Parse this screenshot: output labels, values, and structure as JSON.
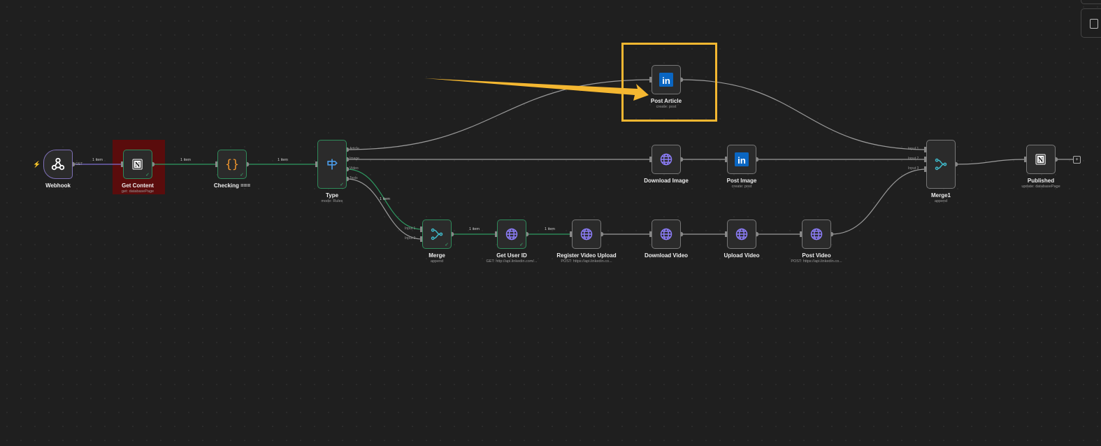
{
  "colors": {
    "success": "#2f8a5a",
    "error_bg": "#5a0c0c",
    "highlight": "#f4b731",
    "linkedin": "#0a66c2",
    "globe": "#8b7cf6",
    "merge": "#3fb8c8",
    "code": "#f0962e",
    "switch": "#4a9be8"
  },
  "nodes": [
    {
      "id": "webhook",
      "label": "Webhook",
      "sub": "",
      "icon": "webhook-icon",
      "status": "trigger"
    },
    {
      "id": "get-content",
      "label": "Get Content",
      "sub": "get: databasePage",
      "icon": "notion-icon",
      "status": "error"
    },
    {
      "id": "checking",
      "label": "Checking ===",
      "sub": "",
      "icon": "code-braces-icon",
      "status": "success"
    },
    {
      "id": "type",
      "label": "Type",
      "sub": "mode: Rules",
      "icon": "switch-signpost-icon",
      "status": "success"
    },
    {
      "id": "post-article",
      "label": "Post Article",
      "sub": "create: post",
      "icon": "linkedin-icon",
      "status": ""
    },
    {
      "id": "download-image",
      "label": "Download Image",
      "sub": "",
      "icon": "globe-icon",
      "status": ""
    },
    {
      "id": "post-image",
      "label": "Post Image",
      "sub": "create: post",
      "icon": "linkedin-icon",
      "status": ""
    },
    {
      "id": "merge1",
      "label": "Merge1",
      "sub": "append",
      "icon": "merge-icon",
      "status": ""
    },
    {
      "id": "published",
      "label": "Published",
      "sub": "update: databasePage",
      "icon": "notion-icon",
      "status": ""
    },
    {
      "id": "merge",
      "label": "Merge",
      "sub": "append",
      "icon": "merge-icon",
      "status": "success"
    },
    {
      "id": "get-user-id",
      "label": "Get User ID",
      "sub": "GET: http://api.linkedin.com/...",
      "icon": "globe-icon",
      "status": "success"
    },
    {
      "id": "register-video-upload",
      "label": "Register Video Upload",
      "sub": "POST: https://api.linkedin.co...",
      "icon": "globe-icon",
      "status": ""
    },
    {
      "id": "download-video",
      "label": "Download Video",
      "sub": "",
      "icon": "globe-icon",
      "status": ""
    },
    {
      "id": "upload-video",
      "label": "Upload Video",
      "sub": "",
      "icon": "globe-icon",
      "status": ""
    },
    {
      "id": "post-video",
      "label": "Post Video",
      "sub": "POST: https://api.linkedin.co...",
      "icon": "globe-icon",
      "status": ""
    }
  ],
  "edge_labels": [
    "1 item",
    "1 item",
    "1 item",
    "1 item",
    "1 item",
    "1 item"
  ],
  "ports": {
    "webhook_method": "GET",
    "type_outputs": [
      "Article",
      "Image",
      "Video",
      "Texts"
    ],
    "merge_inputs": [
      "Input 1",
      "Input 2"
    ],
    "merge1_inputs": [
      "Input 1",
      "Input 2",
      "Input 3"
    ]
  },
  "end_plus": "+"
}
